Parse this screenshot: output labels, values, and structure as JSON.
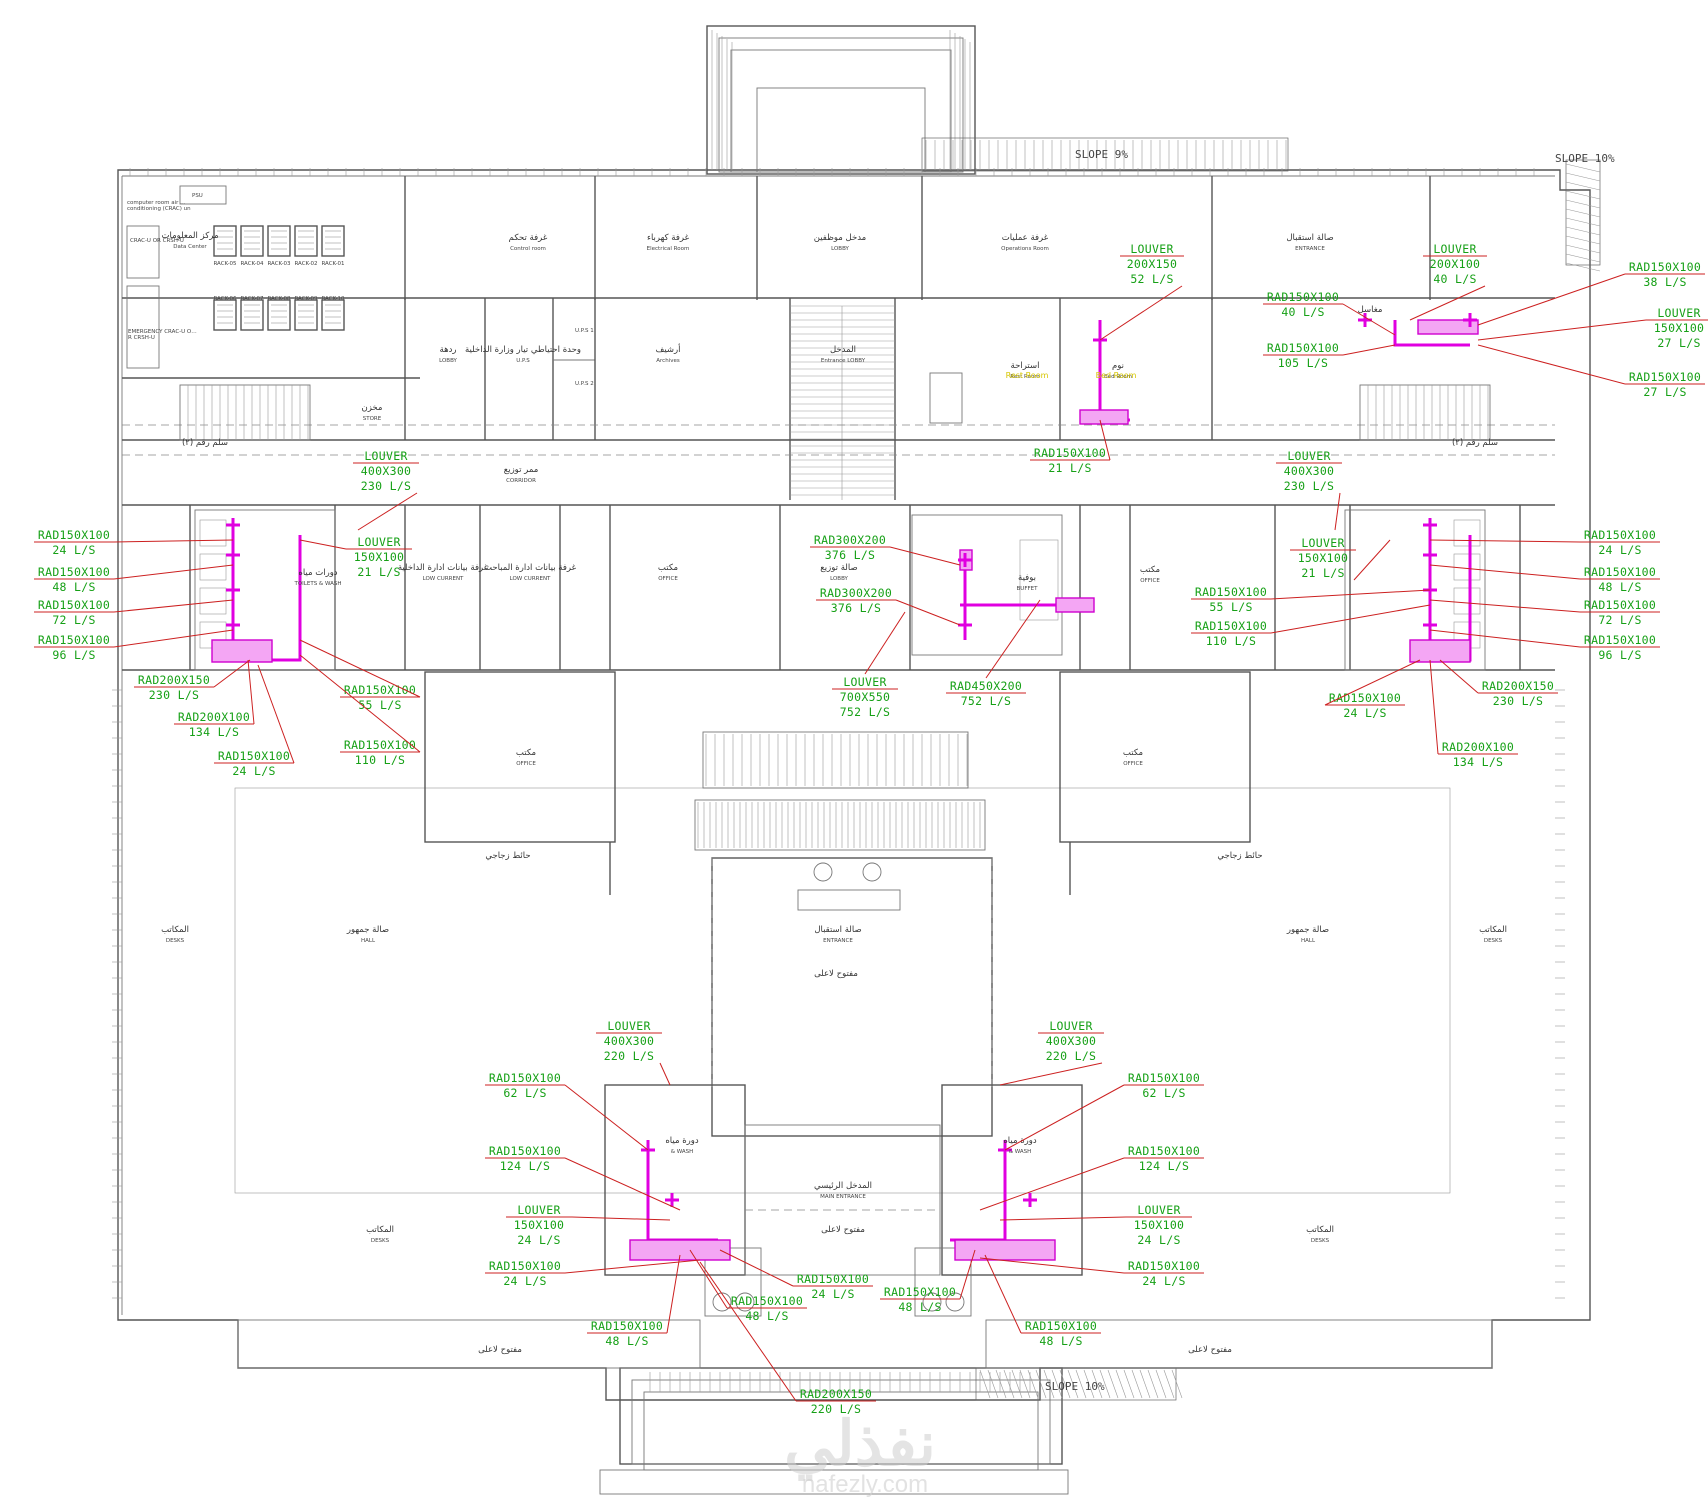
{
  "rooms": [
    {
      "ar": "مركز المعلومات",
      "en": "Data Center"
    },
    {
      "ar": "غرفة تحكم",
      "en": "Control room"
    },
    {
      "ar": "غرفة كهرباء",
      "en": "Electrical Room"
    },
    {
      "ar": "مدخل موظفين",
      "en": "LOBBY"
    },
    {
      "ar": "غرفة عمليات",
      "en": "Operations Room"
    },
    {
      "ar": "صالة استقبال",
      "en": "ENTRANCE"
    },
    {
      "ar": "ردهة",
      "en": "LOBBY"
    },
    {
      "ar": "وحدة احتياطي تيار وزارة الداخلية",
      "en": "U.P.S"
    },
    {
      "ar": "أرشيف",
      "en": "Archives"
    },
    {
      "ar": "المدخل",
      "en": "Entrance LOBBY"
    },
    {
      "ar": "استراحة",
      "en": "Rest Room"
    },
    {
      "ar": "نوم",
      "en": "Bed Room"
    },
    {
      "ar": "مخزن",
      "en": "STORE"
    },
    {
      "ar": "ممر توزيع",
      "en": "CORRIDOR"
    },
    {
      "ar": "غرفة بيانات ادارة الداخلية",
      "en": "LOW CURRENT"
    },
    {
      "ar": "غرفة بيانات ادارة المباحث",
      "en": "LOW CURRENT"
    },
    {
      "ar": "مكتب",
      "en": "OFFICE"
    },
    {
      "ar": "صالة توزيع",
      "en": "LOBBY"
    },
    {
      "ar": "بوفية",
      "en": "BUFFET"
    },
    {
      "ar": "مكتب",
      "en": "OFFICE"
    },
    {
      "ar": "دورات مياه",
      "en": "TOILETS & WASH"
    },
    {
      "ar": "مكتب",
      "en": "OFFICE"
    },
    {
      "ar": "مكتب",
      "en": "OFFICE"
    },
    {
      "ar": "حائط زجاجي",
      "en": ""
    },
    {
      "ar": "حائط زجاجي",
      "en": ""
    },
    {
      "ar": "المكاتب",
      "en": "DESKS"
    },
    {
      "ar": "صالة جمهور",
      "en": "HALL"
    },
    {
      "ar": "صالة استقبال",
      "en": "ENTRANCE"
    },
    {
      "ar": "صالة جمهور",
      "en": "HALL"
    },
    {
      "ar": "المكاتب",
      "en": "DESKS"
    },
    {
      "ar": "مفتوح لاعلى",
      "en": ""
    },
    {
      "ar": "المدخل الرئيسي",
      "en": "MAIN ENTRANCE"
    },
    {
      "ar": "مفتوح لاعلى",
      "en": ""
    },
    {
      "ar": "المكاتب",
      "en": "DESKS"
    },
    {
      "ar": "المكاتب",
      "en": "DESKS"
    },
    {
      "ar": "مفتوح لاعلى",
      "en": ""
    },
    {
      "ar": "مفتوح لاعلى",
      "en": ""
    },
    {
      "ar": "سلم رقم (٢)",
      "en": ""
    },
    {
      "ar": "سلم رقم (٢)",
      "en": ""
    },
    {
      "ar": "دورة مياه",
      "en": "& WASH"
    },
    {
      "ar": "دورة مياه",
      "en": "& WASH"
    },
    {
      "ar": "مغاسل",
      "en": ""
    }
  ],
  "rest_labels": {
    "rest": "Rest Room",
    "bed": "Bed Room"
  },
  "server_racks": [
    "RACK-05",
    "RACK-04",
    "RACK-03",
    "RACK-02",
    "RACK-01",
    "RACK-06",
    "RACK-07",
    "RACK-08",
    "RACK-09",
    "RACK-10"
  ],
  "data_center_notes": {
    "psu": "PSU",
    "crac": "computer room air conditioning (CRAC) unit",
    "crac2": "CRAC-U OR CRSH-U",
    "emergency": "EMERGENCY CRAC-U OR CRSH-U",
    "ups1": "U.P.S 1",
    "ups2": "U.P.S 2"
  },
  "slopes": [
    "SLOPE 9%",
    "SLOPE 10%",
    "SLOPE 10%"
  ],
  "annotations": [
    {
      "lines": [
        "LOUVER",
        "200X150",
        "52 L/S"
      ]
    },
    {
      "lines": [
        "LOUVER",
        "200X100",
        "40 L/S"
      ]
    },
    {
      "lines": [
        "RAD150X100",
        "38 L/S"
      ]
    },
    {
      "lines": [
        "RAD150X100",
        "40 L/S"
      ]
    },
    {
      "lines": [
        "LOUVER",
        "150X100",
        "27 L/S"
      ]
    },
    {
      "lines": [
        "RAD150X100",
        "105 L/S"
      ]
    },
    {
      "lines": [
        "RAD150X100",
        "27 L/S"
      ]
    },
    {
      "lines": [
        "LOUVER",
        "400X300",
        "230 L/S"
      ]
    },
    {
      "lines": [
        "RAD150X100",
        "21 L/S"
      ]
    },
    {
      "lines": [
        "LOUVER",
        "400X300",
        "230 L/S"
      ]
    },
    {
      "lines": [
        "RAD150X100",
        "24 L/S"
      ]
    },
    {
      "lines": [
        "LOUVER",
        "150X100",
        "21 L/S"
      ]
    },
    {
      "lines": [
        "RAD300X200",
        "376 L/S"
      ]
    },
    {
      "lines": [
        "LOUVER",
        "150X100",
        "21 L/S"
      ]
    },
    {
      "lines": [
        "RAD150X100",
        "24 L/S"
      ]
    },
    {
      "lines": [
        "RAD150X100",
        "48 L/S"
      ]
    },
    {
      "lines": [
        "RAD300X200",
        "376 L/S"
      ]
    },
    {
      "lines": [
        "RAD150X100",
        "55 L/S"
      ]
    },
    {
      "lines": [
        "RAD150X100",
        "48 L/S"
      ]
    },
    {
      "lines": [
        "RAD150X100",
        "72 L/S"
      ]
    },
    {
      "lines": [
        "RAD150X100",
        "110 L/S"
      ]
    },
    {
      "lines": [
        "RAD150X100",
        "72 L/S"
      ]
    },
    {
      "lines": [
        "RAD150X100",
        "96 L/S"
      ]
    },
    {
      "lines": [
        "RAD150X100",
        "96 L/S"
      ]
    },
    {
      "lines": [
        "RAD200X150",
        "230 L/S"
      ]
    },
    {
      "lines": [
        "LOUVER",
        "700X550",
        "752 L/S"
      ]
    },
    {
      "lines": [
        "RAD450X200",
        "752 L/S"
      ]
    },
    {
      "lines": [
        "RAD150X100",
        "24 L/S"
      ]
    },
    {
      "lines": [
        "RAD200X150",
        "230 L/S"
      ]
    },
    {
      "lines": [
        "RAD150X100",
        "55 L/S"
      ]
    },
    {
      "lines": [
        "RAD200X100",
        "134 L/S"
      ]
    },
    {
      "lines": [
        "RAD200X100",
        "134 L/S"
      ]
    },
    {
      "lines": [
        "RAD150X100",
        "110 L/S"
      ]
    },
    {
      "lines": [
        "RAD150X100",
        "24 L/S"
      ]
    },
    {
      "lines": [
        "LOUVER",
        "400X300",
        "220 L/S"
      ]
    },
    {
      "lines": [
        "LOUVER",
        "400X300",
        "220 L/S"
      ]
    },
    {
      "lines": [
        "RAD150X100",
        "62 L/S"
      ]
    },
    {
      "lines": [
        "RAD150X100",
        "62 L/S"
      ]
    },
    {
      "lines": [
        "RAD150X100",
        "124 L/S"
      ]
    },
    {
      "lines": [
        "RAD150X100",
        "124 L/S"
      ]
    },
    {
      "lines": [
        "LOUVER",
        "150X100",
        "24 L/S"
      ]
    },
    {
      "lines": [
        "LOUVER",
        "150X100",
        "24 L/S"
      ]
    },
    {
      "lines": [
        "RAD150X100",
        "24 L/S"
      ]
    },
    {
      "lines": [
        "RAD150X100",
        "24 L/S"
      ]
    },
    {
      "lines": [
        "RAD150X100",
        "24 L/S"
      ]
    },
    {
      "lines": [
        "RAD150X100",
        "48 L/S"
      ]
    },
    {
      "lines": [
        "RAD150X100",
        "48 L/S"
      ]
    },
    {
      "lines": [
        "RAD150X100",
        "48 L/S"
      ]
    },
    {
      "lines": [
        "RAD150X100",
        "48 L/S"
      ]
    },
    {
      "lines": [
        "RAD200X150",
        "220 L/S"
      ]
    }
  ],
  "watermark": {
    "name": "نفذلي",
    "url": "nafezly.com"
  },
  "colors": {
    "label": "#16a016",
    "leader": "#cc2020",
    "duct": "#e000e0",
    "wall": "#555555"
  }
}
